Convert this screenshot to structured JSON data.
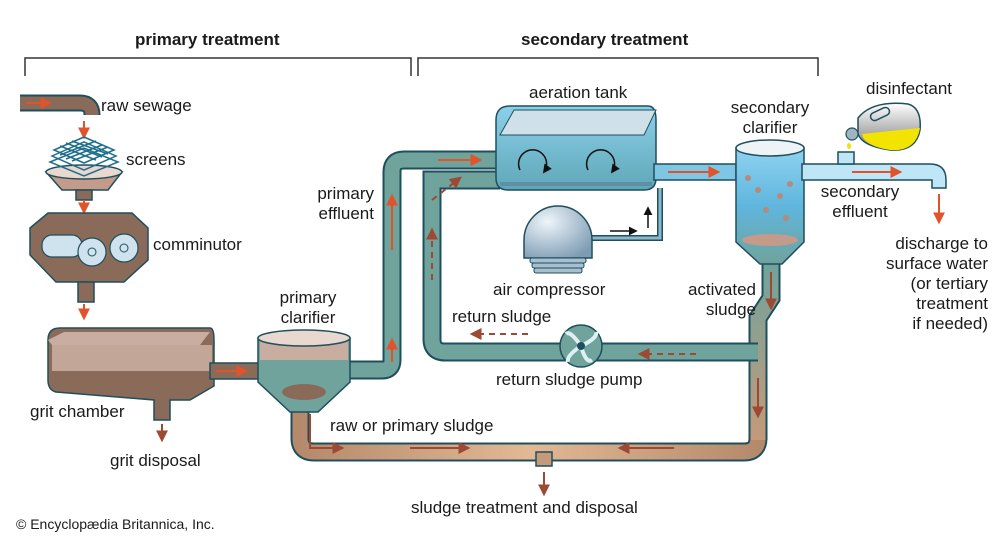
{
  "sections": {
    "primary": "primary treatment",
    "secondary": "secondary treatment"
  },
  "labels": {
    "raw_sewage": "raw sewage",
    "screens": "screens",
    "comminutor": "comminutor",
    "grit_chamber": "grit chamber",
    "grit_disposal": "grit disposal",
    "primary_clarifier": [
      "primary",
      "clarifier"
    ],
    "primary_effluent": [
      "primary",
      "effluent"
    ],
    "aeration_tank": "aeration tank",
    "air_compressor": "air compressor",
    "return_sludge": "return sludge",
    "return_sludge_pump": "return sludge pump",
    "secondary_clarifier": [
      "secondary",
      "clarifier"
    ],
    "activated_sludge": [
      "activated",
      "sludge"
    ],
    "disinfectant": "disinfectant",
    "secondary_effluent": [
      "secondary",
      "effluent"
    ],
    "discharge": [
      "discharge to",
      "surface water",
      "(or tertiary",
      "treatment",
      "if needed)"
    ],
    "raw_or_primary_sludge": "raw or primary sludge",
    "sludge_treatment": "sludge treatment and disposal"
  },
  "credit": "© Encyclopædia Britannica, Inc.",
  "colors": {
    "pipe_teal": "#6fa39c",
    "pipe_outline": "#1f4f5c",
    "sewage_brown": "#8a6a58",
    "sludge_tan": "#c49a7a",
    "clear_water": "#7fc6e4",
    "flow_arrow": "#e0532b",
    "sludge_arrow": "#9c4a33",
    "disinfectant_yellow": "#f2e400"
  }
}
